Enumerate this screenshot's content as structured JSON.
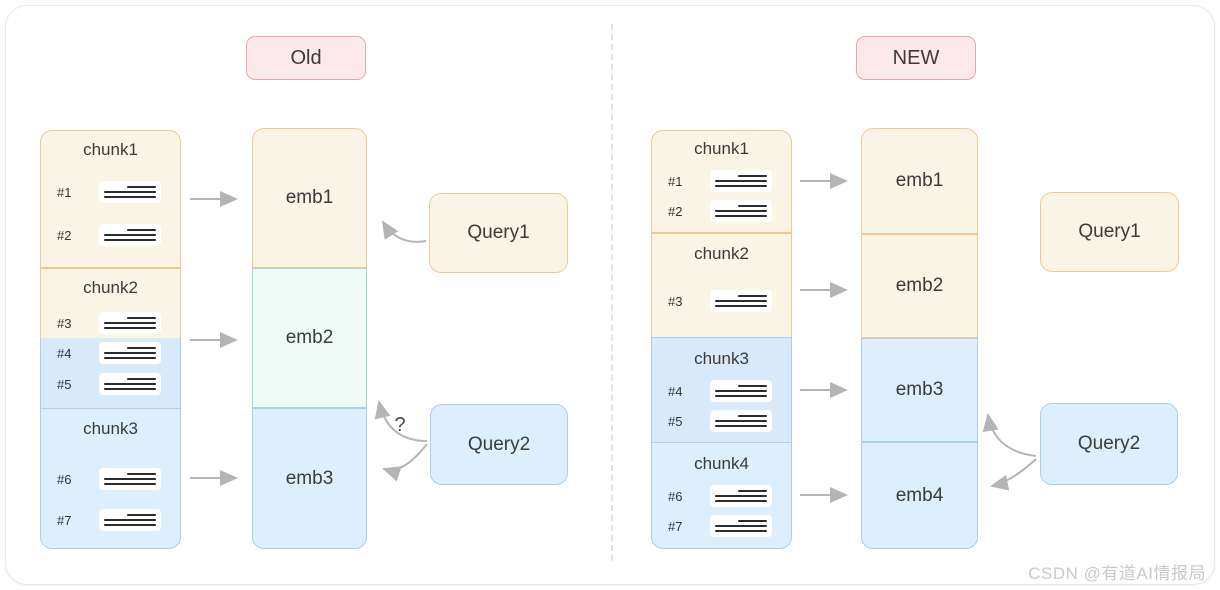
{
  "watermark": "CSDN @有道AI情报局",
  "colors": {
    "card_border": "#e7e7f0",
    "divider": "#e3e3e3",
    "cream_bg": "#faf4e6",
    "cream_border": "#f1c98f",
    "mint_bg": "#effaf6",
    "mint_border": "#9edcd2",
    "blue_bg": "#d8e9fb",
    "blue_bg_light": "#ddeefc",
    "blue_border": "#a9cef2",
    "pink_bg": "#fce9eb",
    "pink_border": "#f2a2ac",
    "arrow": "#b4b4b4",
    "text": "#3b3b3b",
    "watermark": "#c9c9c9"
  },
  "old": {
    "badge": "Old",
    "chunks": [
      {
        "title": "chunk1",
        "rows": [
          {
            "label": "#1"
          },
          {
            "label": "#2"
          }
        ]
      },
      {
        "title": "chunk2",
        "rows": [
          {
            "label": "#3"
          },
          {
            "label": "#4"
          },
          {
            "label": "#5"
          }
        ]
      },
      {
        "title": "chunk3",
        "rows": [
          {
            "label": "#6"
          },
          {
            "label": "#7"
          }
        ]
      }
    ],
    "embs": [
      {
        "label": "emb1"
      },
      {
        "label": "emb2"
      },
      {
        "label": "emb3"
      }
    ],
    "queries": [
      {
        "label": "Query1"
      },
      {
        "label": "Query2"
      }
    ],
    "question_mark": "?"
  },
  "new": {
    "badge": "NEW",
    "chunks": [
      {
        "title": "chunk1",
        "rows": [
          {
            "label": "#1"
          },
          {
            "label": "#2"
          }
        ]
      },
      {
        "title": "chunk2",
        "rows": [
          {
            "label": "#3"
          }
        ]
      },
      {
        "title": "chunk3",
        "rows": [
          {
            "label": "#4"
          },
          {
            "label": "#5"
          }
        ]
      },
      {
        "title": "chunk4",
        "rows": [
          {
            "label": "#6"
          },
          {
            "label": "#7"
          }
        ]
      }
    ],
    "embs": [
      {
        "label": "emb1"
      },
      {
        "label": "emb2"
      },
      {
        "label": "emb3"
      },
      {
        "label": "emb4"
      }
    ],
    "queries": [
      {
        "label": "Query1"
      },
      {
        "label": "Query2"
      }
    ]
  }
}
